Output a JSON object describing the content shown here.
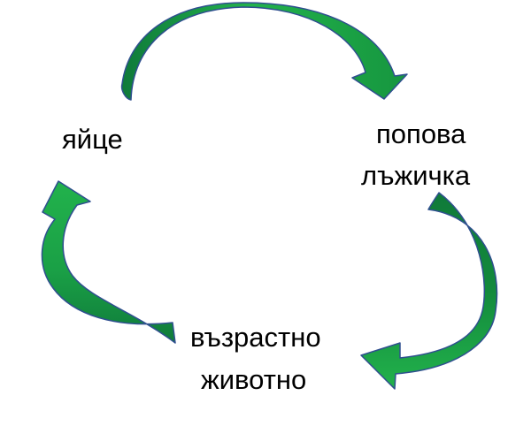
{
  "stages": {
    "egg": "яйце",
    "tadpole_line1": "попова",
    "tadpole_line2": "лъжичка",
    "adult_line1": "възрастно",
    "adult_line2": "животно"
  },
  "colors": {
    "arrow_light": "#22b24c",
    "arrow_dark": "#0f7a3a",
    "arrow_outline": "#2f4f8f",
    "text": "#000000",
    "background": "#ffffff"
  },
  "icons": [
    "curved-arrow-icon",
    "curved-arrow-icon",
    "curved-arrow-icon"
  ]
}
